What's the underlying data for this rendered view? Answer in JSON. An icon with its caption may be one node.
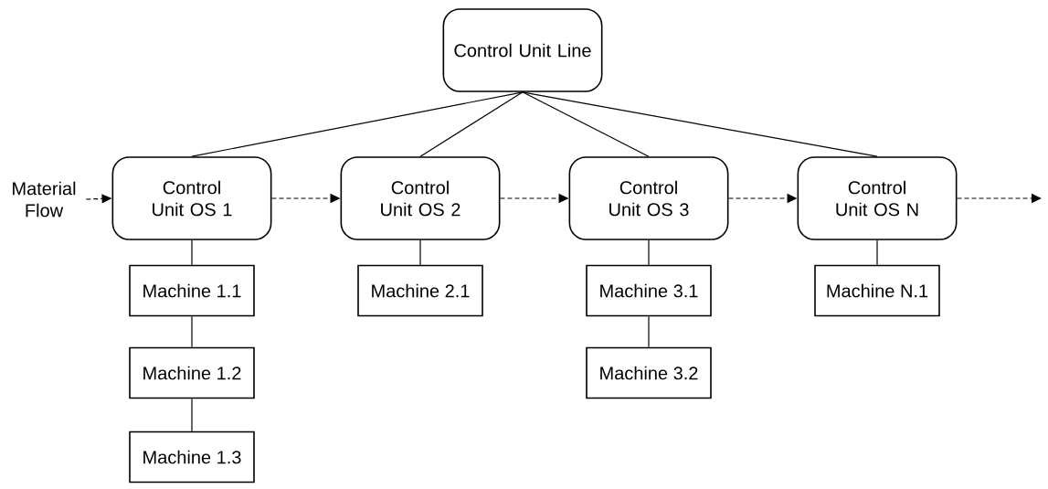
{
  "diagram": {
    "nodes": [
      {
        "text": [
          "Control Unit Line"
        ]
      },
      {
        "text": [
          "Material Flow"
        ]
      },
      {
        "text": [
          "Control Unit OS 1"
        ]
      },
      {
        "text": [
          "Machine 1.1"
        ]
      },
      {
        "text": [
          "Machine 1.2"
        ]
      },
      {
        "text": [
          "Machine 1.3"
        ]
      },
      {
        "text": [
          "Control Unit OS 2"
        ]
      },
      {
        "text": [
          "Machine 2.1"
        ]
      },
      {
        "text": [
          "Control Unit OS 3"
        ]
      },
      {
        "text": [
          "Machine 3.1"
        ]
      },
      {
        "text": [
          "Machine 3.2"
        ]
      },
      {
        "text": [
          "Control Unit OS N"
        ]
      },
      {
        "text": [
          "Machine N.1"
        ]
      }
    ],
    "edges": [
      {
        "from": 0,
        "to": 2,
        "arrow": "none"
      },
      {
        "from": 0,
        "to": 6,
        "arrow": "none"
      },
      {
        "from": 0,
        "to": 8,
        "arrow": "none"
      },
      {
        "from": 0,
        "to": 11,
        "arrow": "none"
      },
      {
        "from": 1,
        "to": 2,
        "arrow": "to",
        "style": "dashed"
      },
      {
        "from": 2,
        "to": 6,
        "arrow": "to",
        "style": "dashed"
      },
      {
        "from": 6,
        "to": 8,
        "arrow": "to",
        "style": "dashed"
      },
      {
        "from": 8,
        "to": 11,
        "arrow": "to",
        "style": "dashed"
      },
      {
        "from": 11,
        "to": null,
        "arrow": "to",
        "style": "dashed"
      },
      {
        "from": 2,
        "to": 3,
        "arrow": "none"
      },
      {
        "from": 3,
        "to": 4,
        "arrow": "none"
      },
      {
        "from": 4,
        "to": 5,
        "arrow": "none"
      },
      {
        "from": 6,
        "to": 7,
        "arrow": "none"
      },
      {
        "from": 8,
        "to": 9,
        "arrow": "none"
      },
      {
        "from": 9,
        "to": 10,
        "arrow": "none"
      },
      {
        "from": 11,
        "to": 12,
        "arrow": "none"
      }
    ]
  }
}
